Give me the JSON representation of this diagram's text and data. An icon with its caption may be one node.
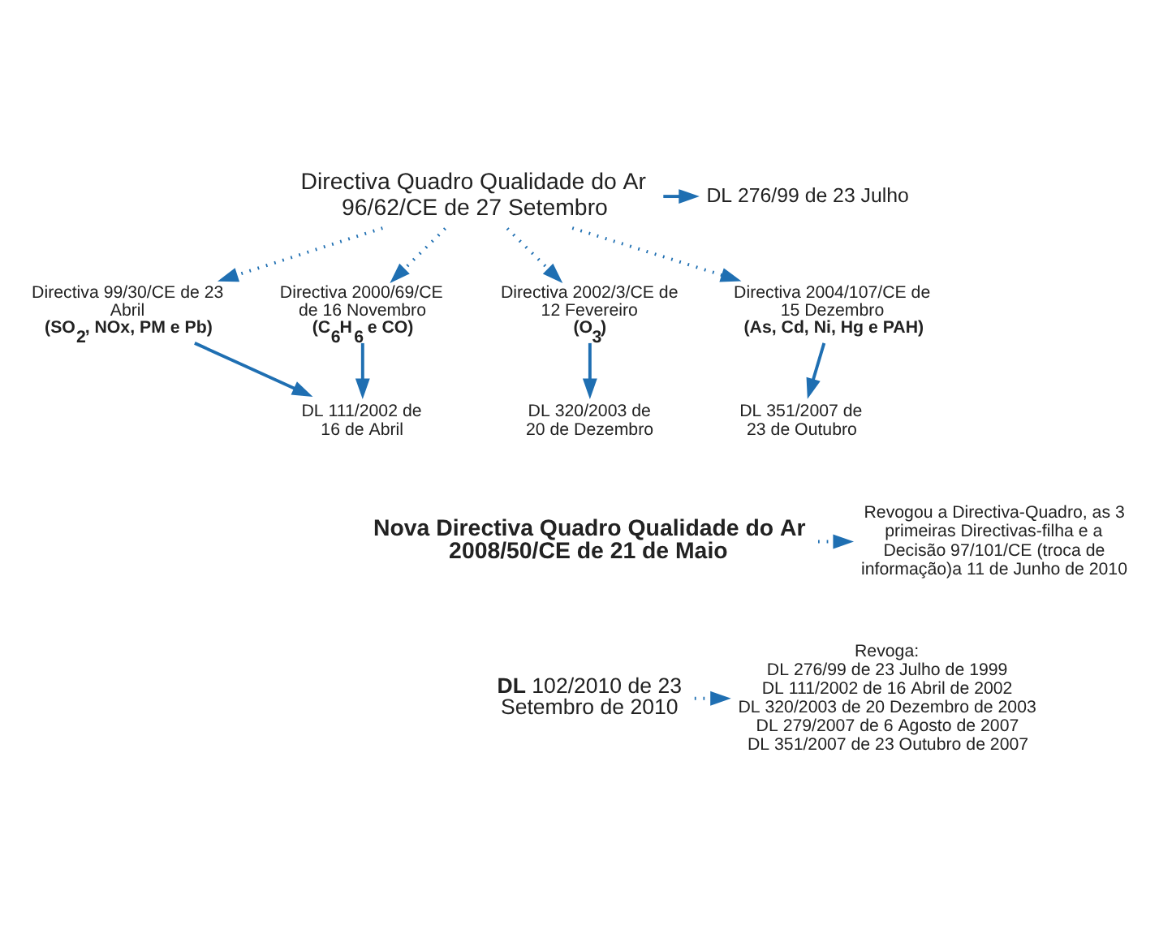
{
  "diagram": {
    "nodes": [
      {
        "text": [
          "Directiva Quadro Qualidade do Ar 96/62/CE de 27 Setembro"
        ]
      },
      {
        "text": [
          "DL 276/99 de 23 Julho"
        ]
      },
      {
        "text": [
          "Directiva 99/30/CE de 23 Abril",
          "(SO$_{2}$, NOx, PM e Pb)"
        ]
      },
      {
        "text": [
          "Directiva 2000/69/CE de 16 Novembro",
          "(C$_{6}$H$_{6}$ e CO)"
        ]
      },
      {
        "text": [
          "Directiva 2002/3/CE de 12 Fevereiro",
          "(O$_{3}$)"
        ]
      },
      {
        "text": [
          "Directiva 2004/107/CE de 15 Dezembro",
          "(As, Cd, Ni, Hg e PAH)"
        ]
      },
      {
        "text": [
          "DL 111/2002 de 16 de Abril"
        ]
      },
      {
        "text": [
          "DL 320/2003 de 20 de Dezembro"
        ]
      },
      {
        "text": [
          "DL 351/2007 de 23 de Outubro"
        ]
      },
      {
        "text": [
          "Nova Directiva Quadro Qualidade do Ar 2008/50/CE de 21 de Maio"
        ]
      },
      {
        "text": [
          "Revogou a Directiva-Quadro, as 3 primeiras Directivas-filha e a Decisão 97/101/CE (troca de informação)a 11 de Junho de 2010"
        ]
      },
      {
        "text": [
          "**DL** 102/2010 de 23 Setembro de 2010"
        ]
      },
      {
        "text": [
          "Revoga:",
          "DL 276/99 de 23 Julho de 1999",
          "DL 111/2002 de 16 Abril de 2002",
          "DL 320/2003 de 20 Dezembro de 2003",
          "DL 279/2007 de 6 Agosto de 2007",
          "DL 351/2007 de 23 Outubro de 2007"
        ]
      }
    ],
    "edges": [
      {
        "from": 0,
        "to": 1,
        "arrow": "to"
      },
      {
        "from": 0,
        "to": 2,
        "arrow": "to",
        "style": "dashed"
      },
      {
        "from": 0,
        "to": 3,
        "arrow": "to",
        "style": "dashed"
      },
      {
        "from": 0,
        "to": 4,
        "arrow": "to",
        "style": "dashed"
      },
      {
        "from": 0,
        "to": 5,
        "arrow": "to",
        "style": "dashed"
      },
      {
        "from": 2,
        "to": 6,
        "arrow": "to"
      },
      {
        "from": 3,
        "to": 6,
        "arrow": "to"
      },
      {
        "from": 4,
        "to": 7,
        "arrow": "to"
      },
      {
        "from": 5,
        "to": 8,
        "arrow": "to"
      },
      {
        "from": 9,
        "to": 10,
        "arrow": "to",
        "style": "dashed"
      },
      {
        "from": 11,
        "to": 12,
        "arrow": "to",
        "style": "dashed"
      }
    ]
  }
}
